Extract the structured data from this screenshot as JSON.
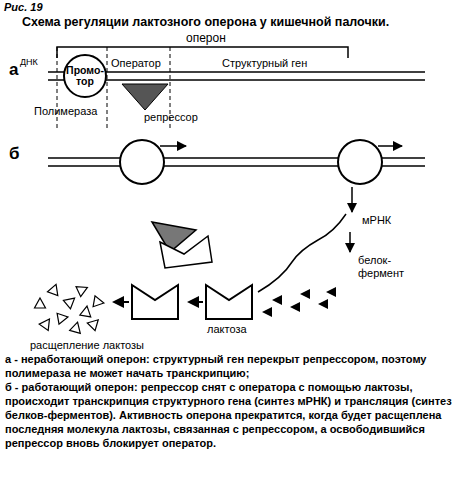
{
  "diagram": {
    "title": "Схема регуляции лактозного оперона у кишечной палочки.",
    "nodes": [
      {
        "text": [
          "Промо- тор"
        ]
      },
      {
        "text": [
          "репрессор"
        ]
      },
      {
        "text": [
          "лактоза"
        ]
      },
      {
        "text": [
          "расщепление лактозы"
        ]
      }
    ],
    "labels": [
      "Рис. 19",
      "оперон",
      "ДНК",
      "а",
      "Оператор",
      "Структурный ген",
      "Полимераза",
      "б",
      "мРНК",
      "белок- фермент",
      "а - неработающий оперон: структурный ген перекрыт репрессором, поэтому полимераза не может начать транскрипцию;",
      "б - работающий оперон: репрессор снят с оператора с помощью лактозы, происходит транскрипция структурного гена (синтез мРНК) и трансляция (синтез белков-ферментов). Активность оперона прекратится, когда будет расщеплена последняя молекула лактозы, связанная с репрессором, а освободившийся репрессор вновь блокирует оператор."
    ]
  }
}
